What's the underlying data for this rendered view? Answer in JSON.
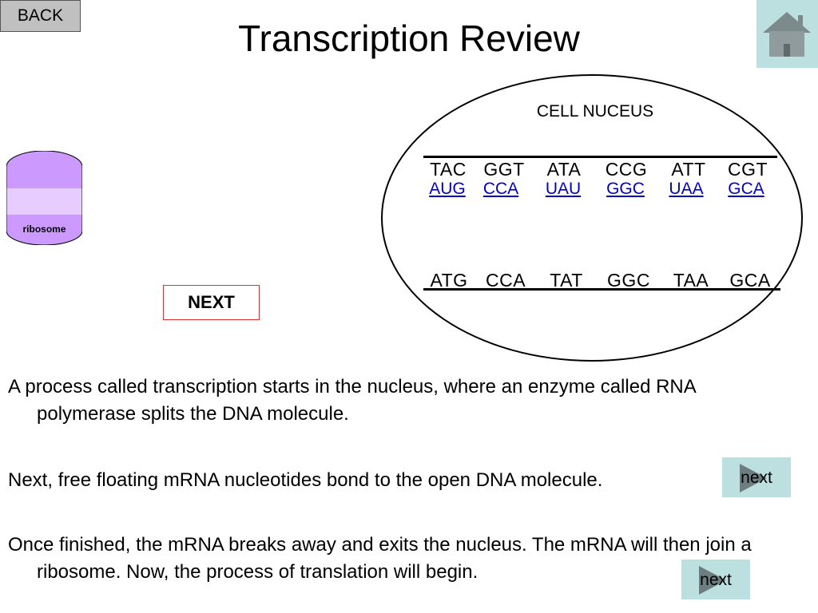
{
  "header": {
    "back_label": "BACK",
    "title": "Transcription Review"
  },
  "ribosome": {
    "label": "ribosome"
  },
  "next_button": {
    "label": "NEXT"
  },
  "nucleus": {
    "label": "CELL NUCEUS",
    "dna_top": [
      "TAC",
      "GGT",
      "ATA",
      "CCG",
      "ATT",
      "CGT"
    ],
    "mrna": [
      "AUG",
      "CCA",
      "UAU",
      "GGC",
      "UAA",
      "GCA"
    ],
    "dna_bottom": [
      "ATG",
      "CCA",
      "TAT",
      "GGC",
      "TAA",
      "GCA"
    ]
  },
  "paragraphs": [
    "A process called transcription starts in the nucleus, where an enzyme called RNA polymerase splits the DNA molecule.",
    "Next, free floating mRNA nucleotides bond to the open DNA molecule.",
    "Once finished, the mRNA breaks away and exits the nucleus. The mRNA will then join a ribosome. Now, the process of translation will begin."
  ],
  "step_buttons": [
    {
      "label": "next"
    },
    {
      "label": "next"
    }
  ],
  "colors": {
    "ribosome_top": "#cc99ff",
    "ribosome_middle": "#e6ccff",
    "home_bg": "#bcdfe0",
    "link_blue": "#0000cc",
    "next_border": "#e53030"
  }
}
